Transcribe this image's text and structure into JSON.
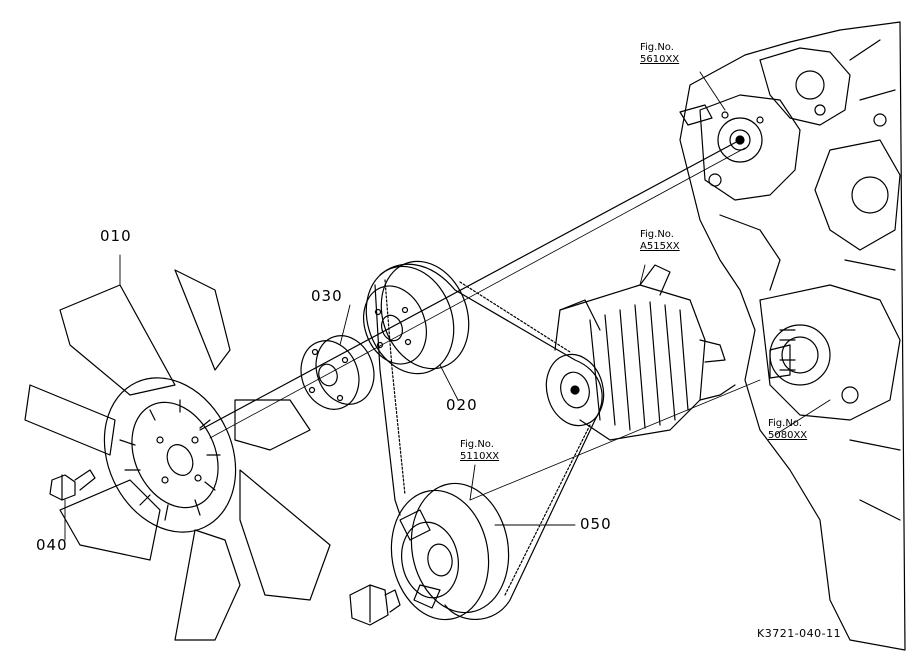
{
  "parts": [
    {
      "id": "010",
      "name": "fan"
    },
    {
      "id": "020",
      "name": "fan-pulley"
    },
    {
      "id": "030",
      "name": "spacer"
    },
    {
      "id": "040",
      "name": "bolt"
    },
    {
      "id": "050",
      "name": "v-belt"
    }
  ],
  "references": [
    {
      "label": "Fig.No.",
      "number": "5610XX"
    },
    {
      "label": "Fig.No.",
      "number": "A515XX"
    },
    {
      "label": "Fig.No.",
      "number": "5110XX"
    },
    {
      "label": "Fig.No.",
      "number": "5080XX"
    }
  ],
  "diagram_code": "K3721-040-11",
  "colors": {
    "line": "#000000",
    "background": "#ffffff"
  }
}
